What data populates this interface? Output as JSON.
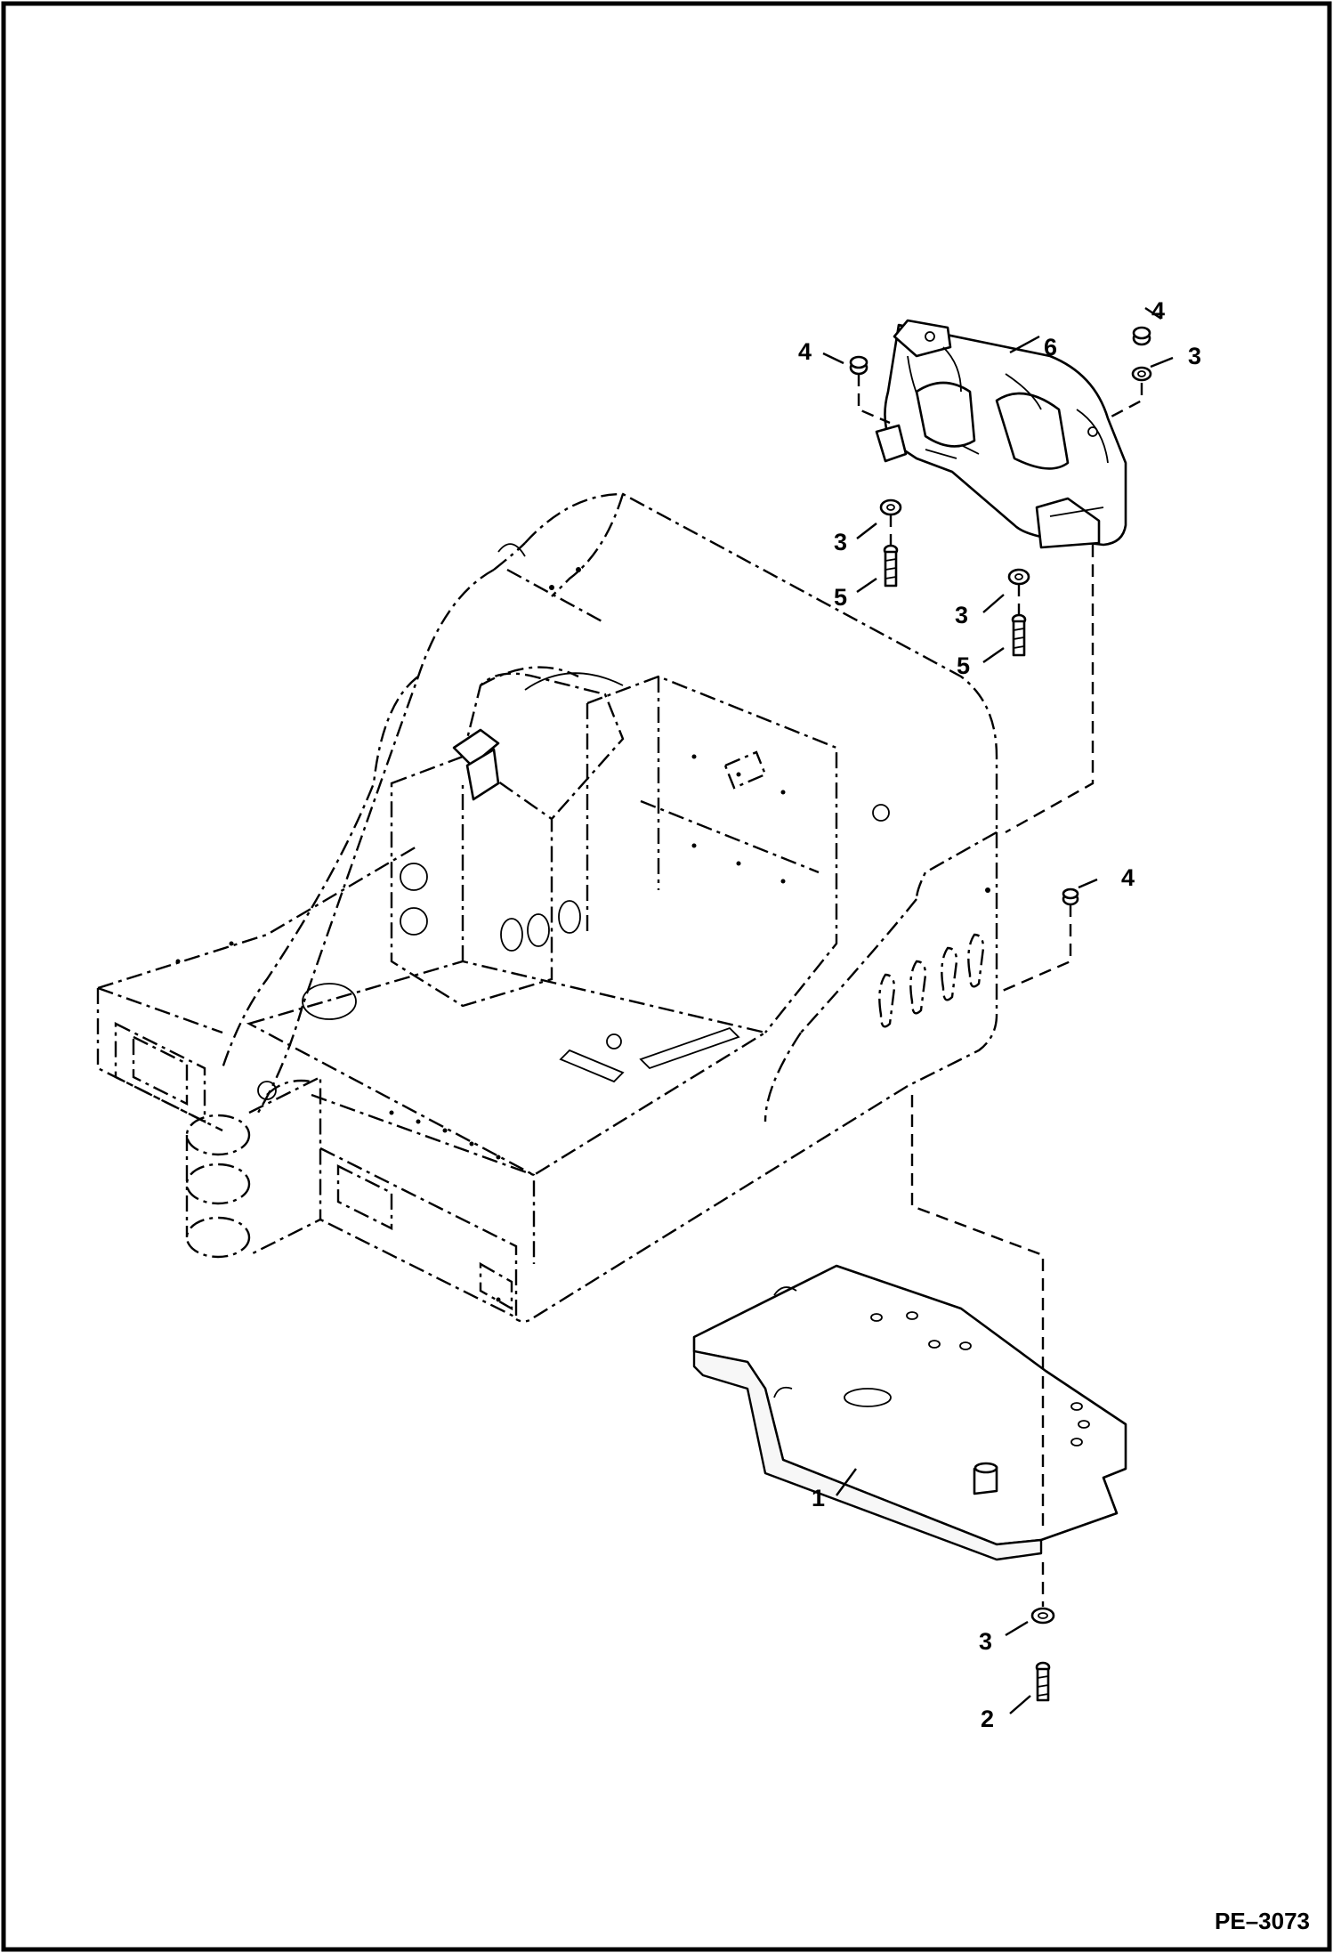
{
  "drawing": {
    "reference_code": "PE–3073"
  },
  "callouts": {
    "c1": "1",
    "c2": "2",
    "c3a": "3",
    "c3b": "3",
    "c3c": "3",
    "c3d": "3",
    "c4a": "4",
    "c4b": "4",
    "c4c": "4",
    "c5a": "5",
    "c5b": "5",
    "c6": "6"
  }
}
